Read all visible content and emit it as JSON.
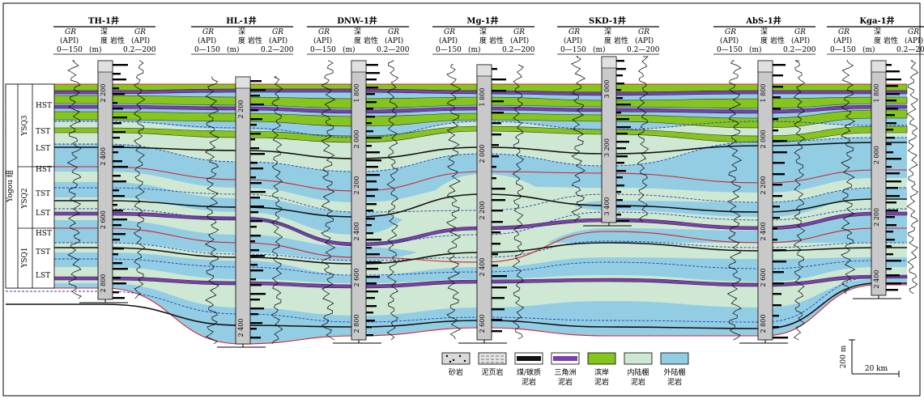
{
  "title_group": "Yogou 组",
  "sequences": [
    "YSQ3",
    "YSQ2",
    "YSQ1"
  ],
  "systems_tracts": [
    "HST",
    "TST",
    "LST",
    "HST",
    "TST",
    "LST",
    "HST",
    "TST",
    "LST"
  ],
  "headers": {
    "gr": "GR",
    "api": "(API)",
    "range_left": "0—150",
    "range_right": "0.2—200",
    "depth_1": "深",
    "depth_2": "度",
    "depth_unit": "(m)",
    "lithology": "岩性"
  },
  "wells": [
    {
      "name": "TH-1井",
      "depths": [
        "2 200",
        "2 400",
        "2 600",
        "2 800"
      ]
    },
    {
      "name": "HL-1井",
      "depths": [
        "2 200",
        "2 400"
      ]
    },
    {
      "name": "DNW-1井",
      "depths": [
        "1 800",
        "2 000",
        "2 200",
        "2 400",
        "2 600",
        "2 800"
      ]
    },
    {
      "name": "Mg-1井",
      "depths": [
        "1 800",
        "2 000",
        "2 200",
        "2 400",
        "2 600"
      ]
    },
    {
      "name": "SKD-1井",
      "depths": [
        "3 000",
        "3 200",
        "3 400"
      ]
    },
    {
      "name": "AbS-1井",
      "depths": [
        "1 800",
        "2 000",
        "2 200",
        "2 400",
        "2 600",
        "2 800"
      ]
    },
    {
      "name": "Kga-1井",
      "depths": [
        "1 800",
        "2 000",
        "2 200",
        "2 400"
      ]
    }
  ],
  "scale": {
    "vertical": "200 m",
    "horizontal": "20 km"
  },
  "legend": [
    {
      "label_1": "砂岩",
      "label_2": "",
      "pattern": "sandstone"
    },
    {
      "label_1": "泥页岩",
      "label_2": "",
      "pattern": "shale"
    },
    {
      "label_1": "煤/碳质",
      "label_2": "泥岩",
      "pattern": "coal"
    },
    {
      "label_1": "三角洲",
      "label_2": "泥岩",
      "pattern": "delta"
    },
    {
      "label_1": "滨岸",
      "label_2": "泥岩",
      "pattern": "shore"
    },
    {
      "label_1": "内陆棚",
      "label_2": "泥岩",
      "pattern": "inner-shelf"
    },
    {
      "label_1": "外陆棚",
      "label_2": "泥岩",
      "pattern": "outer-shelf"
    }
  ],
  "colors": {
    "outer_shelf": "#93cde4",
    "inner_shelf": "#cfe8d3",
    "shore": "#86c41e",
    "delta": "#7d3fae",
    "coal": "#111111",
    "boundary": "#d6202a",
    "flood_surface": "#1f3fb0"
  }
}
